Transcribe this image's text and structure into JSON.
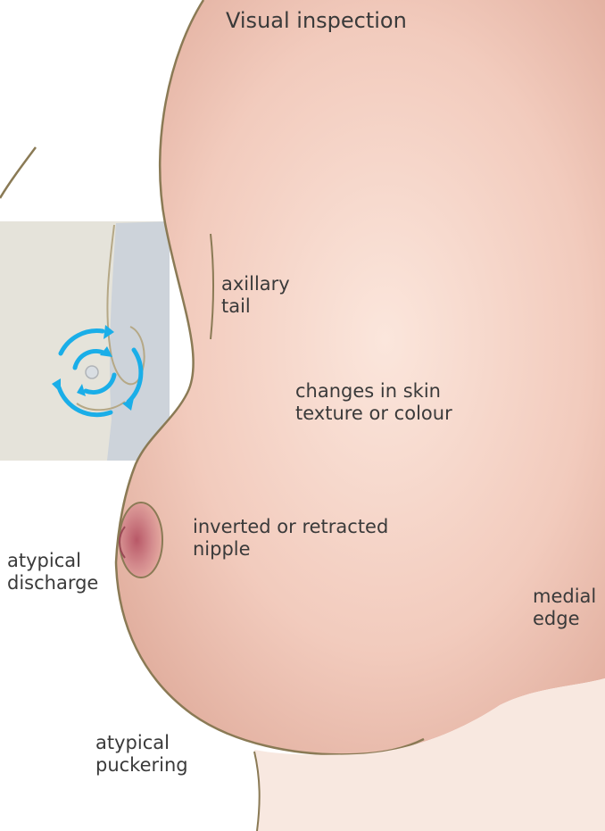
{
  "title": "Visual inspection",
  "labels": {
    "axillary_tail": [
      "axillary",
      "tail"
    ],
    "skin_changes": [
      "changes in skin",
      "texture or colour"
    ],
    "nipple": [
      "inverted or retracted",
      "nipple"
    ],
    "discharge": [
      "atypical",
      "discharge"
    ],
    "medial_edge": [
      "medial",
      "edge"
    ],
    "puckering": [
      "atypical",
      "puckering"
    ]
  },
  "colors": {
    "skin": "#f3cdbf",
    "skin_shadow": "#e2a99a",
    "outline": "#8a7a55",
    "nipple": "#c97d82",
    "arrows": "#22aee8",
    "panel": "#e6e4dc",
    "panel_shadow": "#cfd4dc"
  }
}
